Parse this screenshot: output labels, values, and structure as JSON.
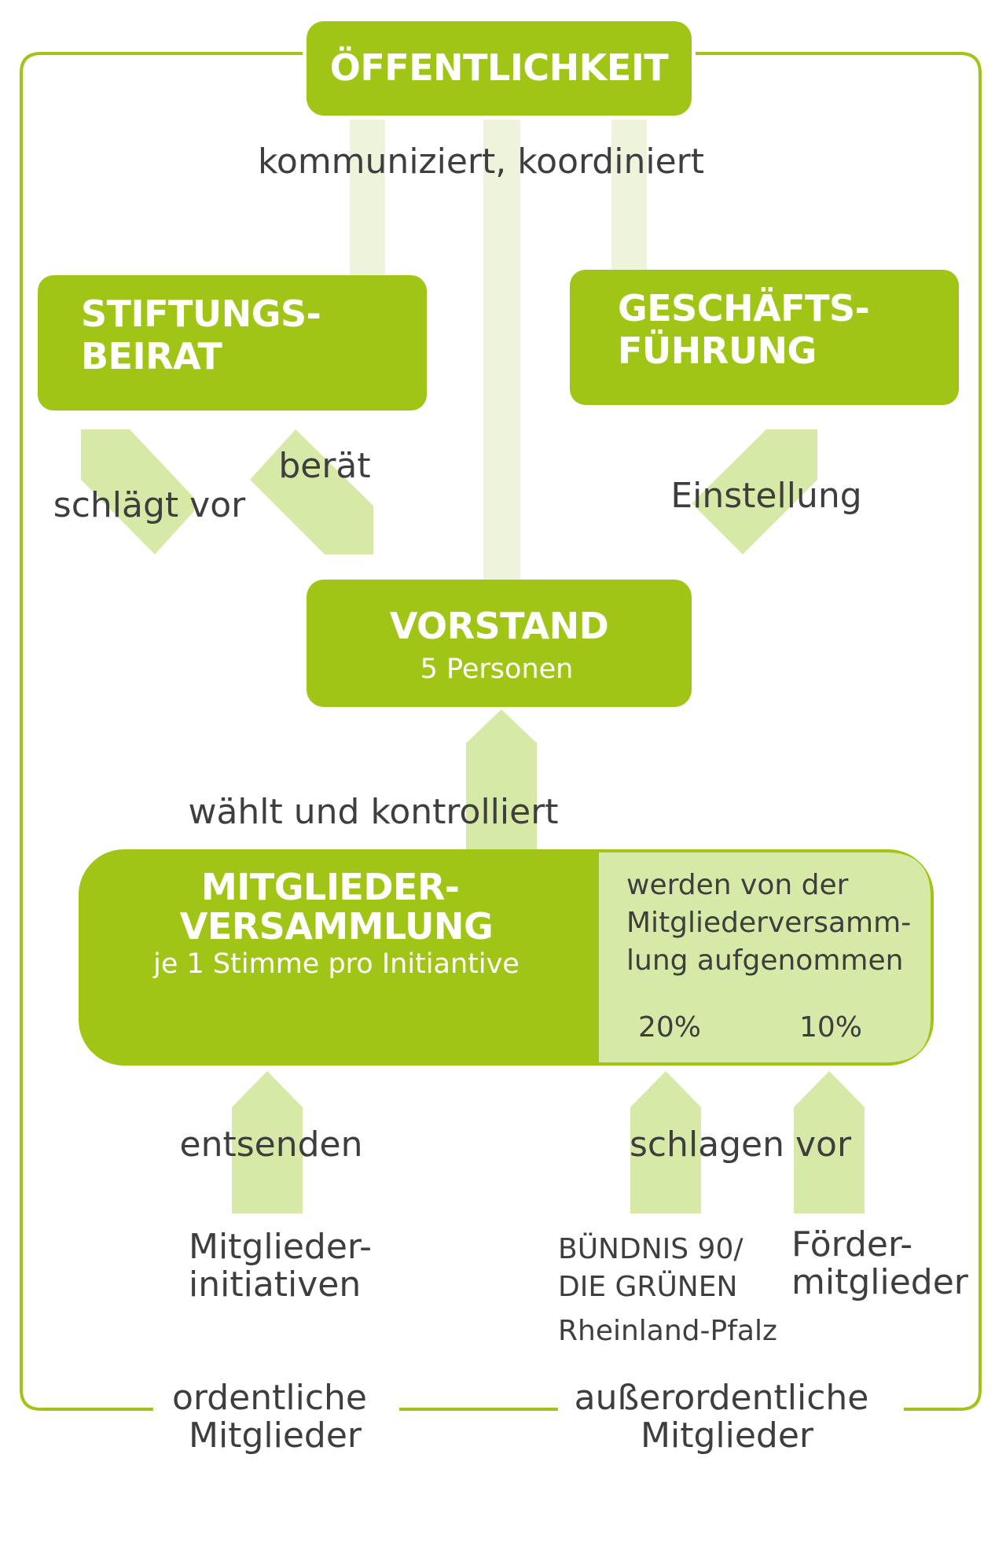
{
  "colors": {
    "green": "#a0c517",
    "light_green": "#d7e9a6",
    "pale_green": "#eef4dc",
    "text": "#3e3e3e"
  },
  "boxes": {
    "oeffentlichkeit": "ÖFFENTLICHKEIT",
    "stiftungsbeirat": [
      "STIFTUNGS-",
      "BEIRAT"
    ],
    "geschaeftsfuehrung": [
      "GESCHÄFTS-",
      "FÜHRUNG"
    ],
    "vorstand": {
      "title": "VORSTAND",
      "subtitle": "5 Personen"
    },
    "mitgliederversammlung": {
      "title": [
        "MITGLIEDER-",
        "VERSAMMLUNG"
      ],
      "subtitle": "je 1 Stimme pro Initiantive"
    },
    "aufnahme": {
      "text": [
        "werden von der",
        "Mitgliederversamm-",
        "lung aufgenommen"
      ],
      "percent_left": "20%",
      "percent_right": "10%"
    }
  },
  "relations": {
    "kommuniziert": "kommuniziert, koordiniert",
    "schlaegt_vor": "schlägt vor",
    "beraet": "berät",
    "einstellung": "Einstellung",
    "waehlt": "wählt und kontrolliert",
    "entsenden": "entsenden",
    "schlagen_vor": "schlagen vor"
  },
  "members": {
    "initiativen": [
      "Mitglieder-",
      "initiativen"
    ],
    "buendnis": [
      "BÜNDNIS 90/",
      "DIE GRÜNEN",
      "Rheinland-Pfalz"
    ],
    "foerder": [
      "Förder-",
      "mitglieder"
    ]
  },
  "footer": {
    "ordentliche": [
      "ordentliche",
      "Mitglieder"
    ],
    "ausserordentliche": [
      "außerordentliche",
      "Mitglieder"
    ]
  }
}
